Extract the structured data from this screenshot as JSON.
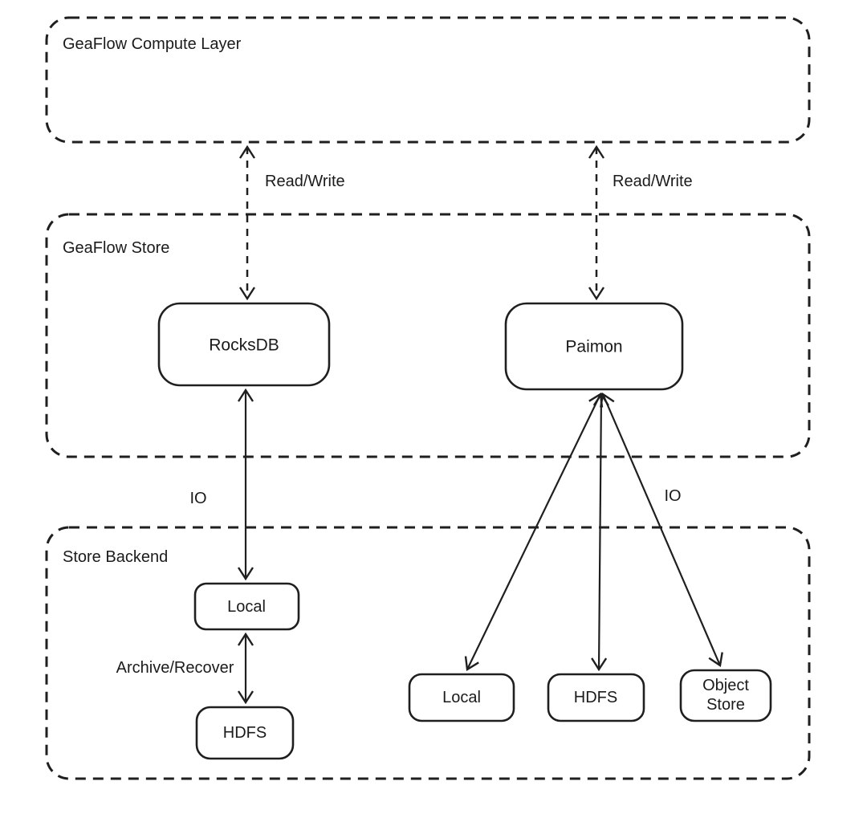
{
  "colors": {
    "ink": "#1f1f1f",
    "background": "#ffffff"
  },
  "layers": {
    "compute": {
      "label": "GeaFlow Compute Layer"
    },
    "store": {
      "label": "GeaFlow Store"
    },
    "backend": {
      "label": "Store Backend"
    }
  },
  "nodes": {
    "rocksdb": {
      "label": "RocksDB"
    },
    "paimon": {
      "label": "Paimon"
    },
    "local_rocksdb": {
      "label": "Local"
    },
    "hdfs_rocksdb": {
      "label": "HDFS"
    },
    "local_paimon": {
      "label": "Local"
    },
    "hdfs_paimon": {
      "label": "HDFS"
    },
    "object_store": {
      "label": "Object Store",
      "line1": "Object",
      "line2": "Store"
    }
  },
  "edges": {
    "read_write_rocksdb": {
      "label": "Read/Write",
      "from": "GeaFlow Compute Layer",
      "to": "RocksDB",
      "direction": "bidirectional",
      "style": "dashed"
    },
    "read_write_paimon": {
      "label": "Read/Write",
      "from": "GeaFlow Compute Layer",
      "to": "Paimon",
      "direction": "bidirectional",
      "style": "dashed"
    },
    "io_rocksdb": {
      "label": "IO",
      "from": "RocksDB",
      "to": "Local",
      "direction": "bidirectional",
      "style": "solid"
    },
    "archive_recover": {
      "label": "Archive/Recover",
      "from": "Local",
      "to": "HDFS",
      "direction": "bidirectional",
      "style": "solid"
    },
    "io_paimon": {
      "label": "IO",
      "from": "Paimon",
      "to": "Local / HDFS / Object Store",
      "direction": "bidirectional",
      "style": "solid"
    }
  }
}
